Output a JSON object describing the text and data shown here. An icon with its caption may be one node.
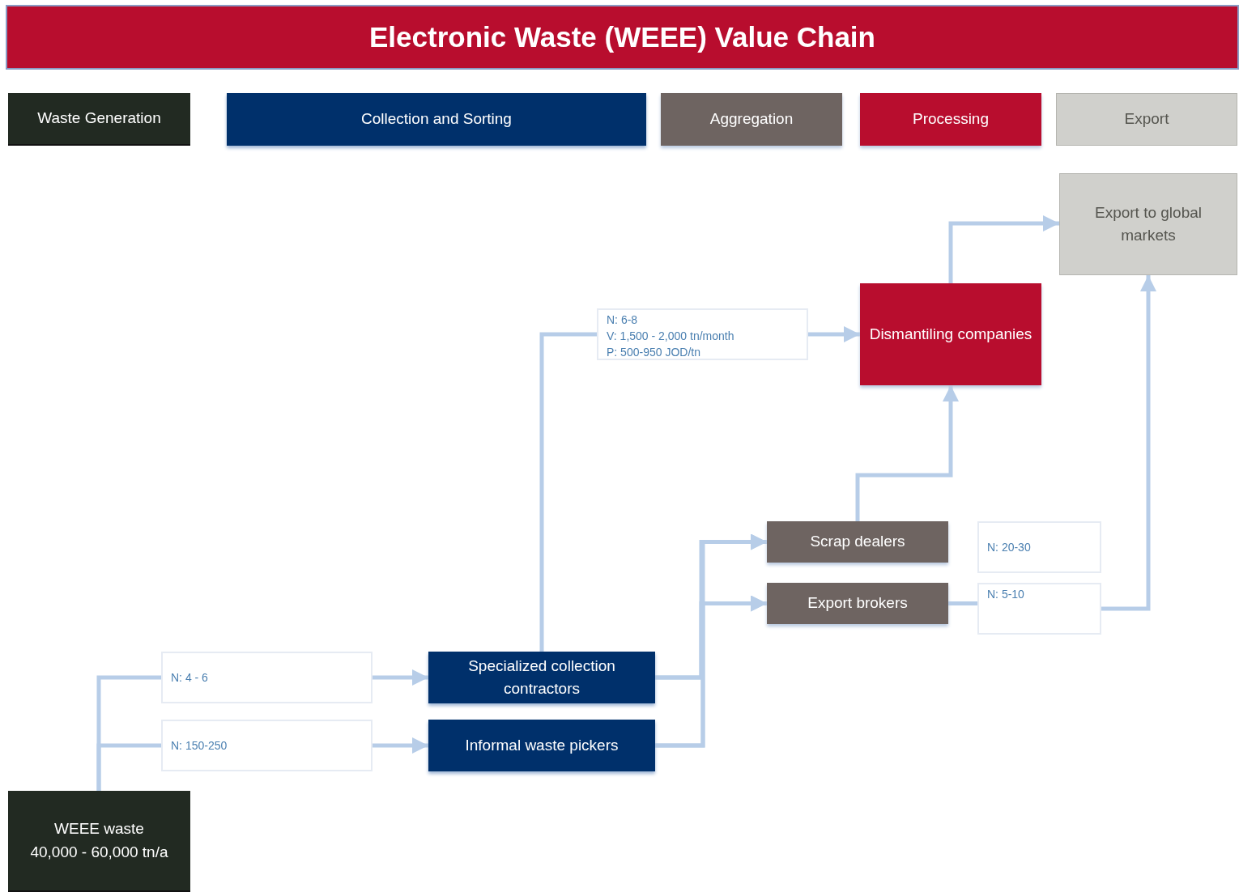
{
  "diagram": {
    "title": "Electronic Waste (WEEE) Value Chain",
    "nodes": [
      {
        "text": [
          "Waste Generation"
        ]
      },
      {
        "text": [
          "Collection and Sorting"
        ]
      },
      {
        "text": [
          "Aggregation"
        ]
      },
      {
        "text": [
          "Processing"
        ]
      },
      {
        "text": [
          "Export"
        ]
      },
      {
        "text": [
          "Export to global markets"
        ]
      },
      {
        "text": [
          "Dismantiling companies"
        ]
      },
      {
        "text": [
          "N: 6-8",
          "V: 1,500 - 2,000 tn/month",
          "P:  500-950 JOD/tn"
        ]
      },
      {
        "text": [
          "Scrap dealers"
        ]
      },
      {
        "text": [
          "N: 20-30"
        ]
      },
      {
        "text": [
          "Export brokers"
        ]
      },
      {
        "text": [
          "N: 5-10"
        ]
      },
      {
        "text": [
          "N:  4 - 6"
        ]
      },
      {
        "text": [
          "Specialized collection contractors"
        ]
      },
      {
        "text": [
          "N:  150-250"
        ]
      },
      {
        "text": [
          "Informal waste pickers"
        ]
      },
      {
        "text": [
          "WEEE waste",
          "40,000 - 60,000 tn/a"
        ]
      }
    ],
    "edges": [
      {
        "from": 16,
        "to": 12,
        "arrow": "none"
      },
      {
        "from": 16,
        "to": 14,
        "arrow": "none"
      },
      {
        "from": 12,
        "to": 13,
        "arrow": "to"
      },
      {
        "from": 14,
        "to": 15,
        "arrow": "to"
      },
      {
        "from": 13,
        "to": 7,
        "arrow": "none"
      },
      {
        "from": 7,
        "to": 6,
        "arrow": "to"
      },
      {
        "from": 13,
        "to": 8,
        "arrow": "to"
      },
      {
        "from": 13,
        "to": 10,
        "arrow": "to"
      },
      {
        "from": 15,
        "to": 8,
        "arrow": "to"
      },
      {
        "from": 15,
        "to": 10,
        "arrow": "to"
      },
      {
        "from": 8,
        "to": 6,
        "arrow": "to"
      },
      {
        "from": 6,
        "to": 5,
        "arrow": "to"
      },
      {
        "from": 10,
        "to": 11,
        "arrow": "none"
      },
      {
        "from": 11,
        "to": 5,
        "arrow": "to"
      }
    ]
  }
}
